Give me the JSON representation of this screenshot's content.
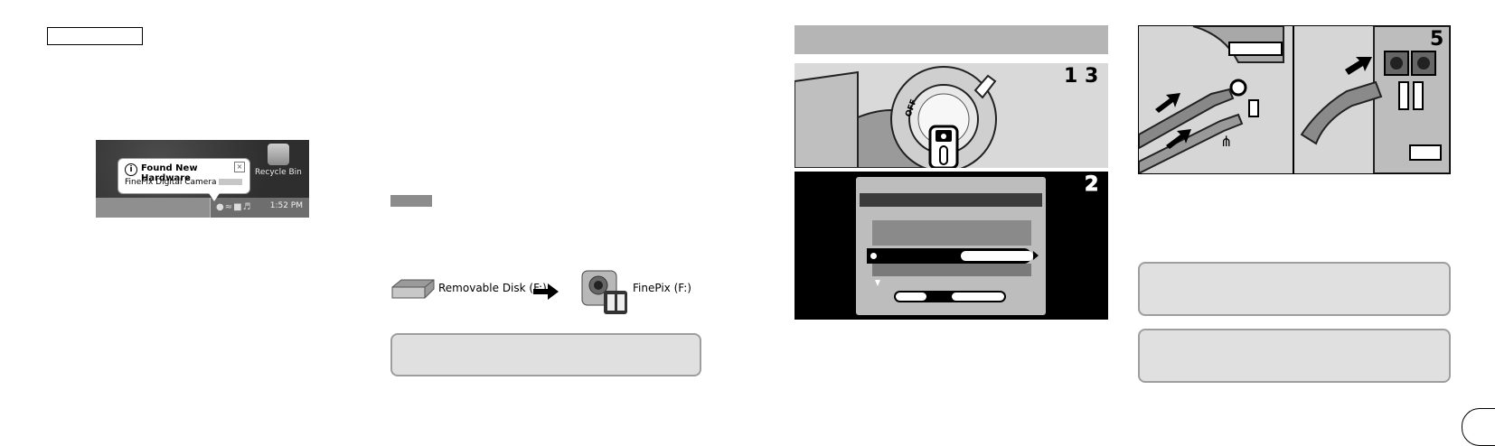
{
  "left": {
    "screenshot": {
      "balloon_title": "Found New Hardware",
      "balloon_body": "FinePix Digital Camera",
      "recycle_label": "Recycle Bin",
      "clock": "1:52 PM"
    }
  },
  "middle": {
    "disk_label": "Removable Disk (F:)",
    "camera_label": "FinePix (F:)"
  },
  "steps": {
    "top": "1  3",
    "lcd": "2",
    "cable": "5"
  },
  "icons": {
    "disk": "removable-disk-icon",
    "arrow": "right-arrow-icon",
    "camera": "finepix-camera-icon",
    "info": "info-icon",
    "close": "close-icon",
    "recycle": "recycle-bin-icon",
    "usb": "usb-icon"
  }
}
